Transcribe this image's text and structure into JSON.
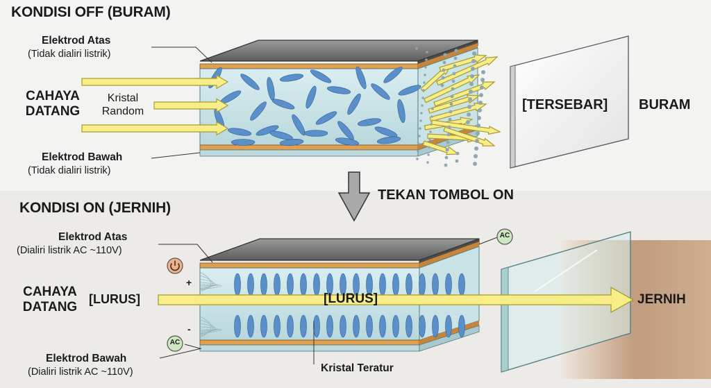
{
  "off": {
    "title": "KONDISI OFF (BURAM)",
    "top_electrode": "Elektrod Atas",
    "top_electrode_note": "(Tidak dialiri listrik)",
    "light_in_1": "CAHAYA",
    "light_in_2": "DATANG",
    "crystal_1": "Kristal",
    "crystal_2": "Random",
    "bottom_electrode": "Elektrod Bawah",
    "bottom_electrode_note": "(Tidak dialiri listrik)",
    "scatter_label": "[TERSEBAR]",
    "result": "BURAM"
  },
  "transition": {
    "label": "TEKAN TOMBOL ON"
  },
  "on": {
    "title": "KONDISI ON (JERNIH)",
    "top_electrode": "Elektrod Atas",
    "top_electrode_note": "(Dialiri listrik AC ~110V)",
    "light_in_1": "CAHAYA",
    "light_in_2": "DATANG",
    "straight_left": "[LURUS]",
    "straight_center": "[LURUS]",
    "result": "JERNIH",
    "ac_top": "AC",
    "ac_bottom": "AC",
    "plus": "+",
    "minus": "-",
    "bottom_electrode": "Elektrod Bawah",
    "bottom_electrode_note": "(Dialiri listrik AC ~110V)",
    "crystal_label": "Kristal Teratur"
  },
  "colors": {
    "arrow_fill": "#f7ee8a",
    "arrow_stroke": "#a89a2a",
    "electrode": "#e0a04f",
    "crystal": "#5b8fc9",
    "glass": "#cfe6ea",
    "power_icon": "#f0b08a"
  }
}
